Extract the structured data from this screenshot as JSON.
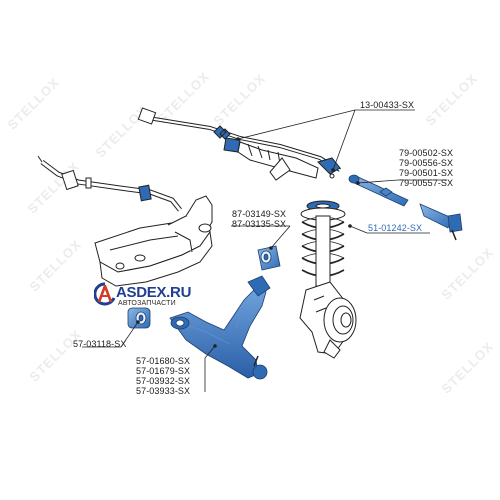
{
  "labels": {
    "steering_rack": "13-00433-SX",
    "tie_rod_end": [
      "79-00502-SX",
      "79-00556-SX",
      "79-00501-SX",
      "79-00557-SX"
    ],
    "axial_joint": "51-01242-SX",
    "stabilizer_bushing": [
      "87-03149-SX",
      "87-03135-SX"
    ],
    "arm_bushing": "57-03118-SX",
    "control_arm": [
      "57-01680-SX",
      "57-01679-SX",
      "57-03932-SX",
      "57-03933-SX"
    ]
  },
  "logo": {
    "name": "ASDEX.RU",
    "tagline": "АВТОЗАПЧАСТИ"
  },
  "watermark": "STELLOX",
  "colors": {
    "part_blue": "#2f6bb5",
    "line": "#222222",
    "highlight_label": "#2f6bb5"
  }
}
